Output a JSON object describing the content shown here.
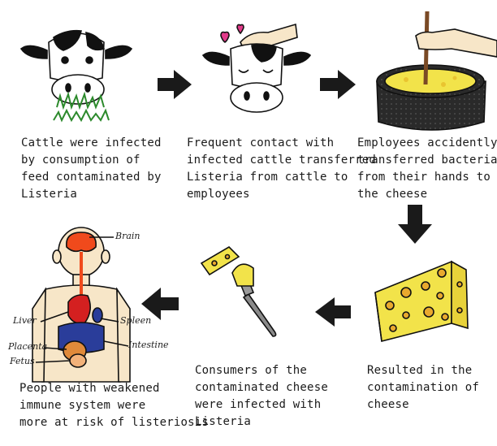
{
  "steps": [
    {
      "id": "1",
      "lines": [
        "Cattle were infected",
        "by consumption of",
        "feed contaminated by",
        "Listeria"
      ]
    },
    {
      "id": "2",
      "lines": [
        "Frequent contact with",
        "infected cattle transferred",
        "Listeria from cattle to",
        "employees"
      ]
    },
    {
      "id": "3",
      "lines": [
        "Employees accidently",
        "transferred bacteria",
        "from their hands to",
        "the cheese"
      ]
    },
    {
      "id": "4",
      "lines": [
        "Resulted in the",
        "contamination of",
        "cheese"
      ]
    },
    {
      "id": "5",
      "lines": [
        "Consumers of the",
        "contaminated cheese",
        "were infected with",
        "Listeria"
      ]
    },
    {
      "id": "6",
      "lines": [
        "People with weakened",
        "immune system were",
        "more at risk of listeriosis"
      ]
    }
  ],
  "body_labels": {
    "brain": "Brain",
    "spleen": "Spleen",
    "liver": "Liver",
    "intestine": "Intestine",
    "placenta": "Placenta",
    "fetus": "Fetus"
  },
  "icons": {
    "cow_eating": "cow-eating-grass-icon",
    "cow_petted": "cow-being-petted-icon",
    "hand_cheese": "hand-stirring-cheese-icon",
    "cheese_wedge": "cheese-wedge-icon",
    "cheese_fork": "fork-with-cheese-icon",
    "human_body": "human-body-organs-icon"
  },
  "colors": {
    "cheese": "#f2e34a",
    "cheese_hole": "#e9a92e",
    "arrow": "#1a1a1a",
    "brain": "#f04a1c",
    "liver": "#d42020",
    "intestine": "#2a3d9a",
    "skin": "#f7e6c8"
  }
}
